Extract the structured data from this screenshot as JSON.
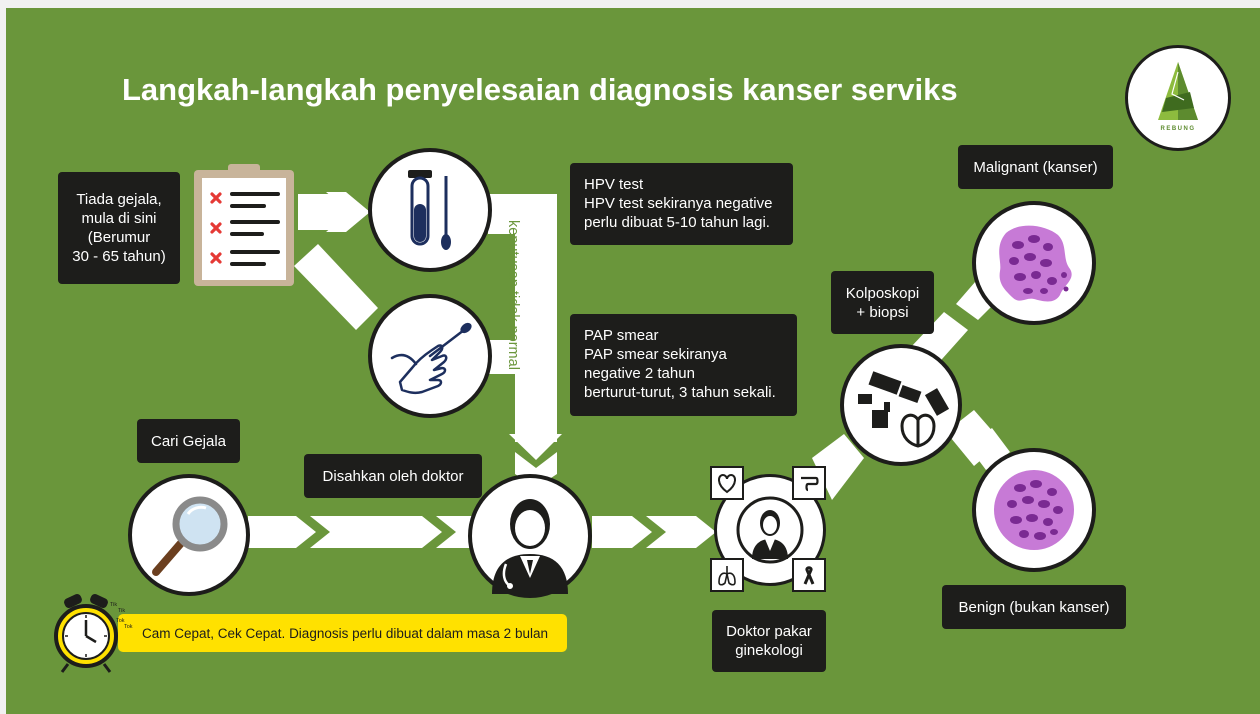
{
  "title": "Langkah-langkah penyelesaian diagnosis kanser serviks",
  "logo_text": "REBUNG",
  "boxes": {
    "start": [
      "Tiada gejala,",
      "mula di sini",
      "(Berumur",
      "30 - 65 tahun)"
    ],
    "hpv": [
      "HPV test",
      "HPV test sekiranya negative",
      "perlu dibuat 5-10 tahun lagi."
    ],
    "pap": [
      "PAP smear",
      "PAP smear sekiranya",
      "negative 2 tahun",
      "berturut-turut, 3 tahun sekali."
    ],
    "cari": "Cari Gejala",
    "disahkan": "Disahkan oleh doktor",
    "doktor_pakar": [
      "Doktor pakar",
      "ginekologi"
    ],
    "kolposkopi": [
      "Kolposkopi",
      "+ biopsi"
    ],
    "malignant": "Malignant (kanser)",
    "benign": "Benign (bukan kanser)"
  },
  "vertical_label": "keputusan tidak normal",
  "footer_note": "Cam Cepat, Cek Cepat. Diagnosis perlu dibuat dalam masa 2 bulan",
  "clock_sound": [
    "Tik",
    "Tik",
    "Tok",
    "Tok"
  ],
  "colors": {
    "background": "#6a963b",
    "box": "#1d1d1b",
    "arrow": "#ffffff",
    "highlight": "#ffe100",
    "cell": "#8e3fa3"
  },
  "icons": [
    "clipboard-icon",
    "test-tube-icon",
    "swab-glove-icon",
    "magnifier-icon",
    "doctor-icon",
    "specialist-icon",
    "colposcope-icon",
    "malignant-cell-icon",
    "benign-cell-icon",
    "alarm-clock-icon",
    "bamboo-logo-icon"
  ]
}
